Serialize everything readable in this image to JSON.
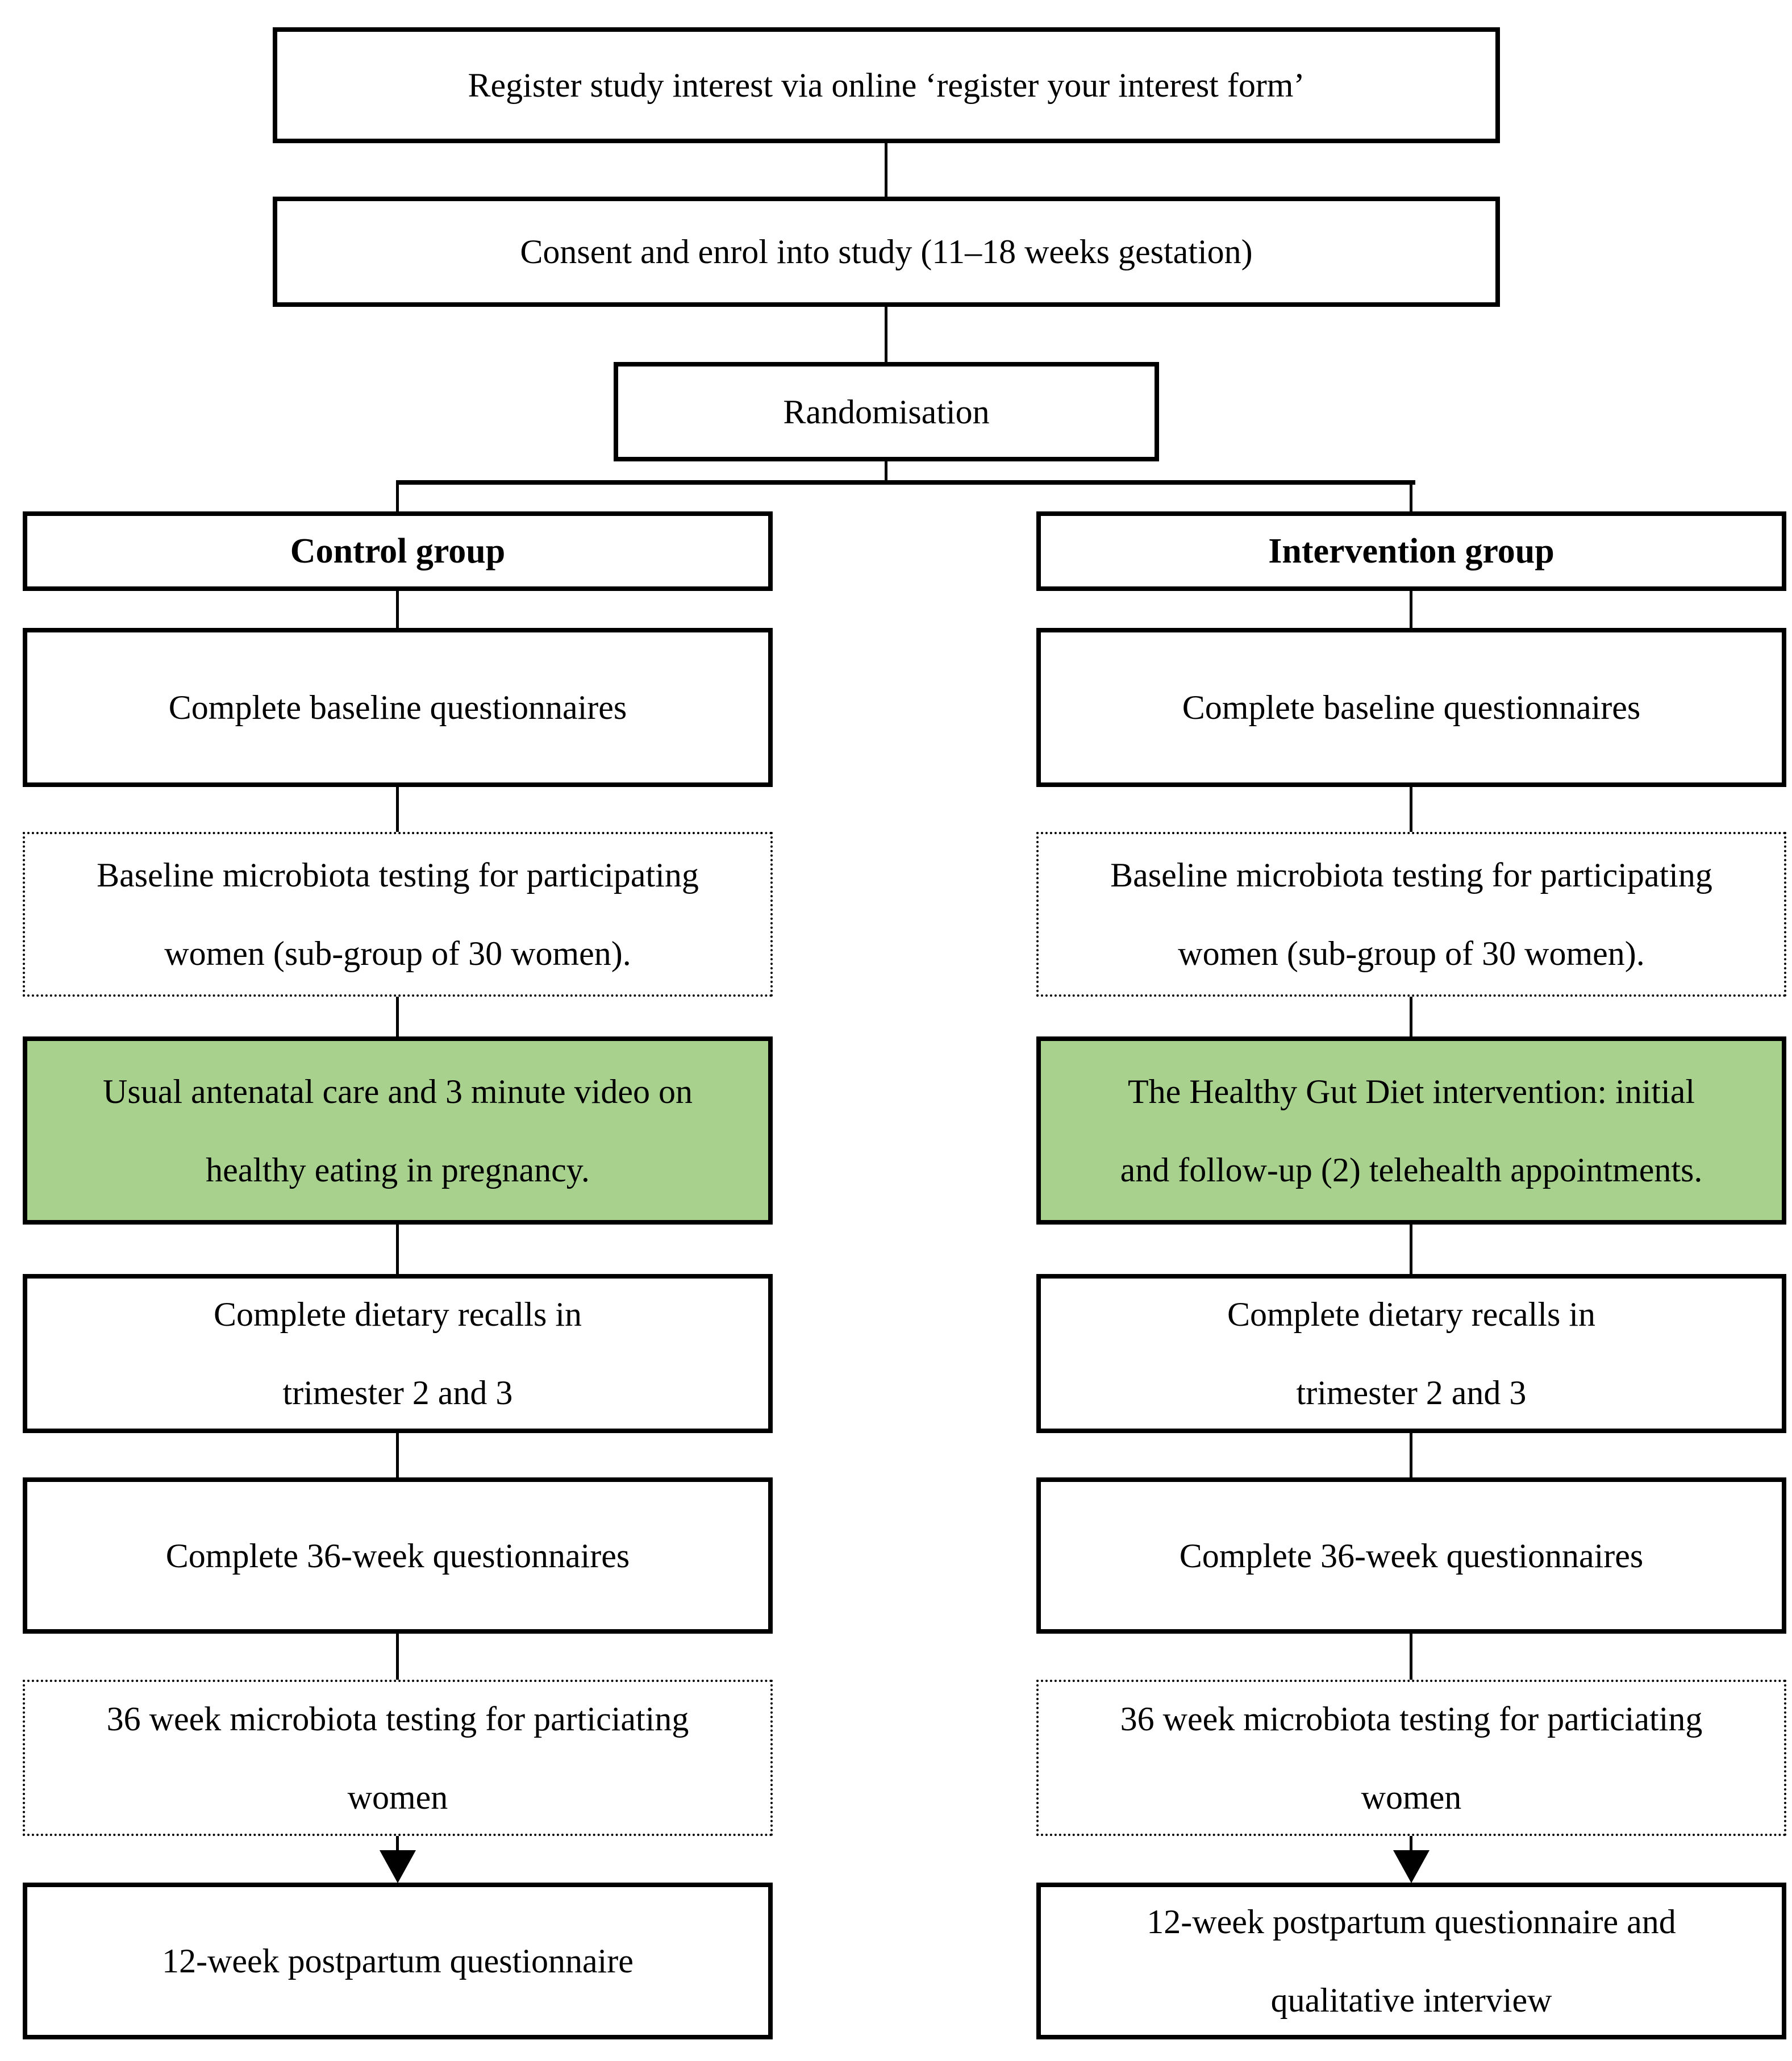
{
  "colors": {
    "green_fill": "#A9D18E",
    "line_color": "#000000"
  },
  "top": {
    "register": "Register study interest via online ‘register your interest form’",
    "consent": "Consent and enrol into study (11–18 weeks gestation)",
    "randomisation": "Randomisation"
  },
  "control": {
    "header": "Control group",
    "boxes": [
      {
        "style": "solid",
        "lines": [
          "Complete baseline questionnaires"
        ]
      },
      {
        "style": "dotted",
        "lines": [
          "Baseline microbiota testing for participating",
          "women (sub-group of 30 women)."
        ]
      },
      {
        "style": "green",
        "lines": [
          "Usual antenatal care and 3 minute video on",
          "healthy eating in pregnancy."
        ]
      },
      {
        "style": "solid",
        "lines": [
          "Complete dietary recalls in",
          "trimester 2 and 3"
        ]
      },
      {
        "style": "solid",
        "lines": [
          "Complete 36-week questionnaires"
        ]
      },
      {
        "style": "dotted",
        "lines": [
          "36 week microbiota testing for particiating",
          "women"
        ]
      },
      {
        "style": "solid",
        "lines": [
          "12-week postpartum questionnaire"
        ]
      }
    ]
  },
  "intervention": {
    "header": "Intervention group",
    "boxes": [
      {
        "style": "solid",
        "lines": [
          "Complete baseline questionnaires"
        ]
      },
      {
        "style": "dotted",
        "lines": [
          "Baseline microbiota testing for participating",
          "women (sub-group of 30 women)."
        ]
      },
      {
        "style": "green",
        "lines": [
          "The Healthy Gut Diet intervention: initial",
          "and follow-up (2) telehealth appointments."
        ]
      },
      {
        "style": "solid",
        "lines": [
          "Complete dietary recalls in",
          "trimester 2 and 3"
        ]
      },
      {
        "style": "solid",
        "lines": [
          "Complete 36-week questionnaires"
        ]
      },
      {
        "style": "dotted",
        "lines": [
          "36 week microbiota testing for particiating",
          "women"
        ]
      },
      {
        "style": "solid",
        "lines": [
          "12-week postpartum questionnaire and",
          "qualitative interview"
        ]
      }
    ]
  }
}
